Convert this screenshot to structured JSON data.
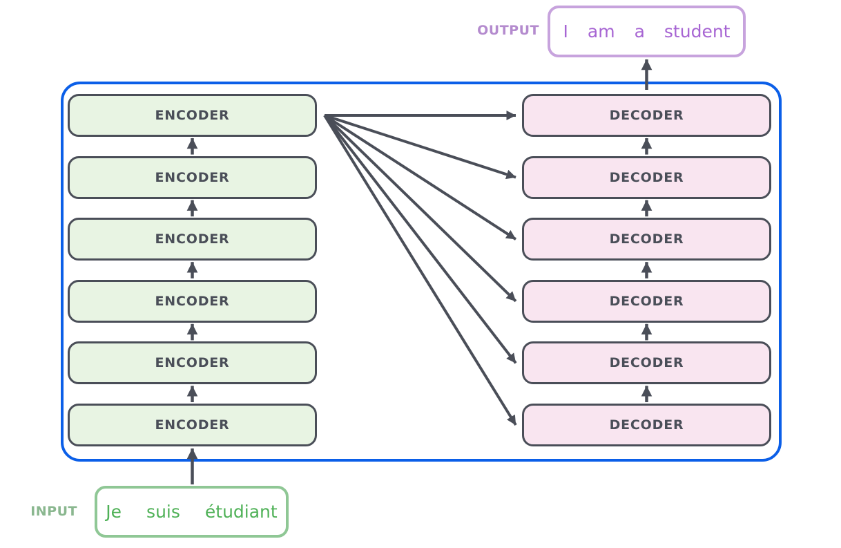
{
  "diagram": {
    "title_semantic": "transformer-encoder-decoder-stack",
    "output": {
      "label": "OUTPUT",
      "words": [
        "I",
        "am",
        "a",
        "student"
      ]
    },
    "input": {
      "label": "INPUT",
      "words": [
        "Je",
        "suis",
        "étudiant"
      ]
    },
    "encoder_stack": {
      "boxes": [
        "ENCODER",
        "ENCODER",
        "ENCODER",
        "ENCODER",
        "ENCODER",
        "ENCODER"
      ]
    },
    "decoder_stack": {
      "boxes": [
        "DECODER",
        "DECODER",
        "DECODER",
        "DECODER",
        "DECODER",
        "DECODER"
      ]
    },
    "colors": {
      "container_border": "#0b5fe8",
      "box_border_and_text": "#4a4e58",
      "arrow": "#4a4e58",
      "encoder_fill": "#e8f4e3",
      "decoder_fill": "#f9e5f0",
      "output_box_border": "#c7a3dd",
      "output_text": "#a765d3",
      "output_label": "#b48bce",
      "input_box_border": "#8fc795",
      "input_text": "#4fb157",
      "input_label": "#8ab78f"
    }
  }
}
